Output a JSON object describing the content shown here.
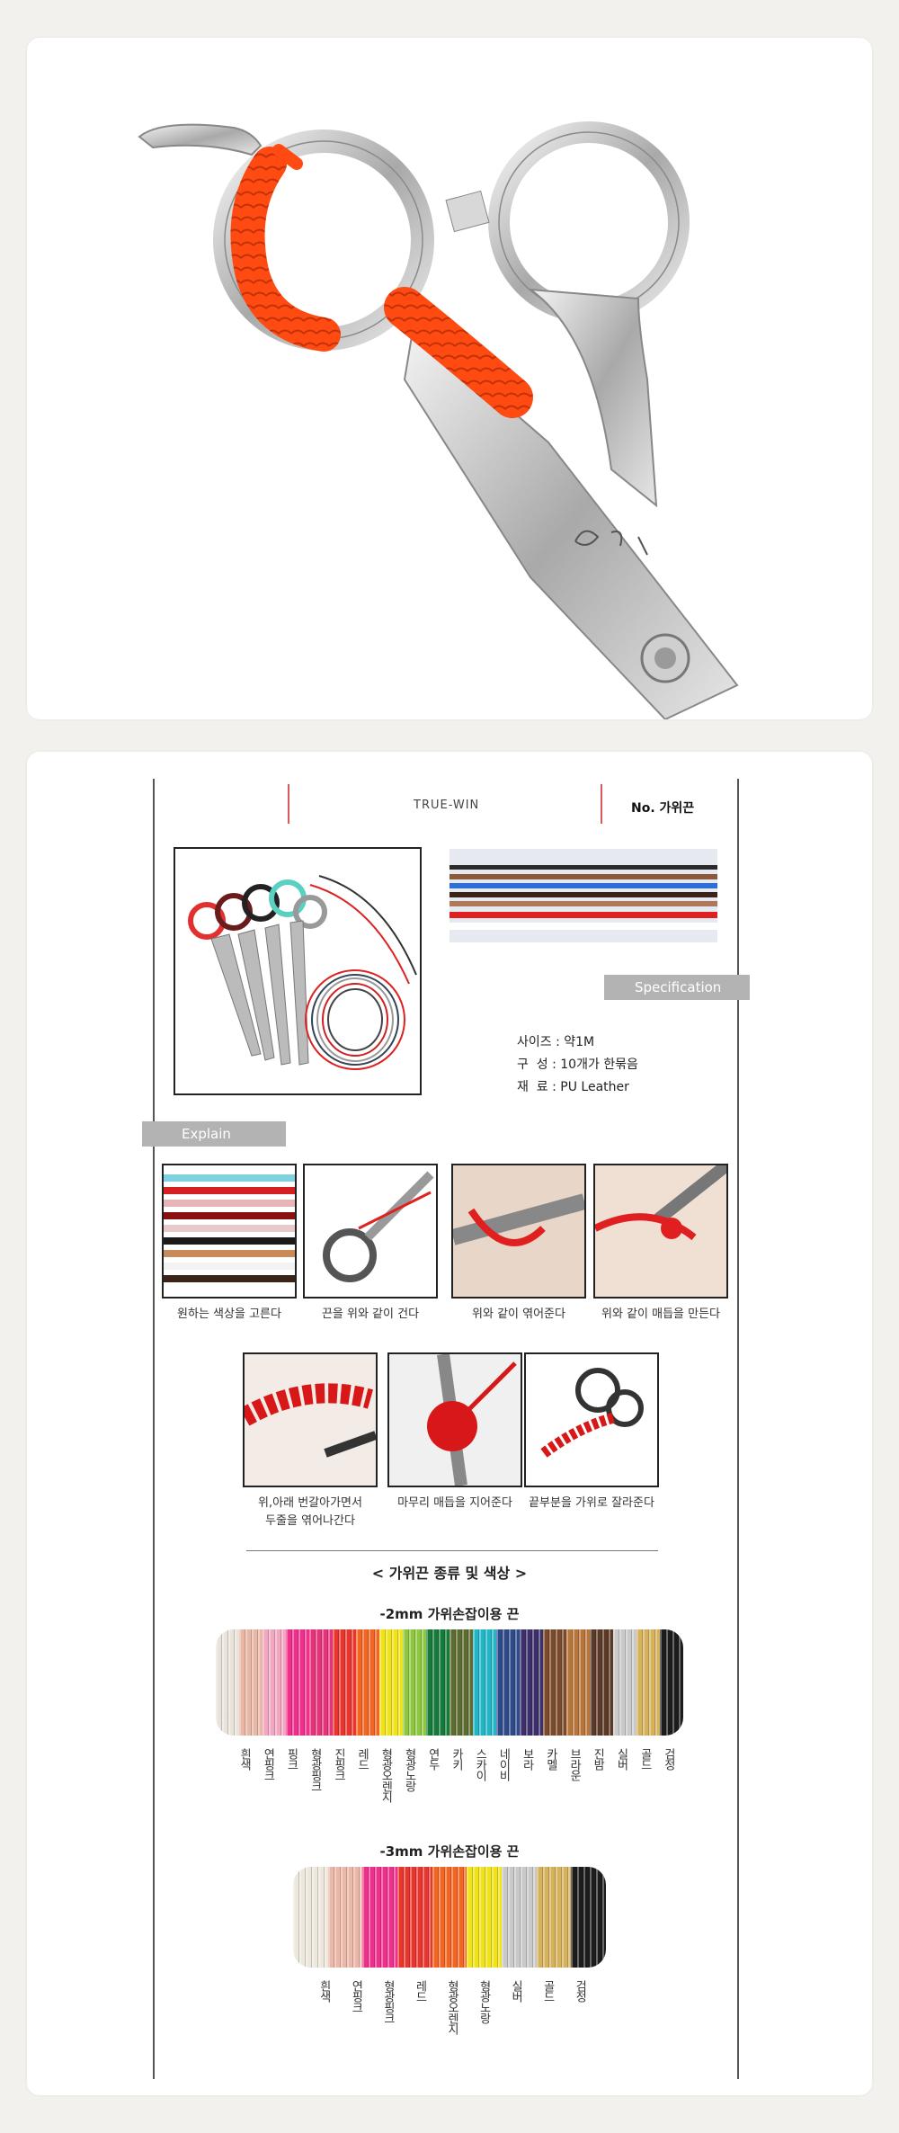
{
  "header": {
    "brand": "TRUE-WIN",
    "product_no": "No. 가위끈"
  },
  "spec": {
    "tag": "Specification",
    "lines": [
      "사이즈 : 약1M",
      "구  성 : 10개가 한묶음",
      "재  료 : PU Leather"
    ]
  },
  "explain": {
    "tag": "Explain",
    "steps": [
      "원하는 색상을 고른다",
      "끈을 위와 같이 건다",
      "위와 같이 엮어준다",
      "위와 같이 매듭을 만든다",
      "위,아래 번갈아가면서\n두줄을 엮어나간다",
      "마무리 매듭을 지어준다",
      "끝부분을 가위로 잘라준다"
    ]
  },
  "catalog": {
    "title": "< 가위끈 종류 및 색상 >",
    "mm2": {
      "title": "-2mm 가위손잡이용 끈",
      "colors": [
        "#e9e3da",
        "#e8b7a6",
        "#f2a6c0",
        "#ee2f8c",
        "#e5337a",
        "#e8362f",
        "#f26522",
        "#f0e31a",
        "#8dc63f",
        "#157a3a",
        "#5c6b2f",
        "#22b5c6",
        "#2f4a8a",
        "#3c2f6a",
        "#7a4a2a",
        "#b8753a",
        "#5a3a26",
        "#c9c9c9",
        "#d4b15a",
        "#1c1c1c"
      ],
      "labels": [
        "흰색",
        "연핑크",
        "핑크",
        "형광핑크",
        "진핑크",
        "레드",
        "형광오렌지",
        "형광노랑",
        "연두",
        "카키",
        "스카이",
        "네이비",
        "보라",
        "카멜",
        "브라운",
        "진밤",
        "실버",
        "골드",
        "검정"
      ]
    },
    "mm3": {
      "title": "-3mm 가위손잡이용 끈",
      "colors": [
        "#ede7dd",
        "#eab7a8",
        "#ee2f8c",
        "#e8362f",
        "#f26522",
        "#f0e31a",
        "#c9c9c9",
        "#d4b15a",
        "#1c1c1c"
      ],
      "labels": [
        "흰색",
        "연핑크",
        "형광핑크",
        "레드",
        "형광오렌지",
        "형광노랑",
        "실버",
        "골드",
        "검정"
      ]
    }
  },
  "colors": {
    "accent_red": "#d85a5a",
    "tag_gray": "#b3b3b3",
    "cord_orange": "#ff4a12"
  }
}
